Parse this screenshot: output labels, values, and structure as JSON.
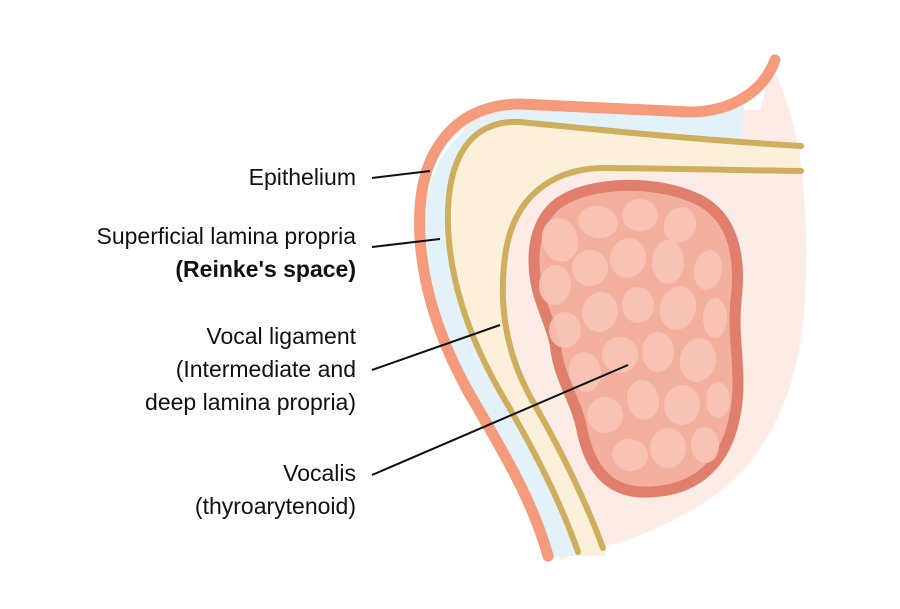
{
  "labels": {
    "epithelium": "Epithelium",
    "superficial_line1": "Superficial lamina propria",
    "superficial_line2": "(Reinke's space)",
    "ligament_line1": "Vocal ligament",
    "ligament_line2": "(Intermediate and",
    "ligament_line3": "deep lamina propria)",
    "vocalis_line1": "Vocalis",
    "vocalis_line2": "(thyroarytenoid)"
  },
  "colors": {
    "outer_tissue": "#FDEBE6",
    "epithelium": "#F59A7A",
    "superficial_layer": "#E3F2F8",
    "ligament_fill": "#FCF0DA",
    "ligament_line": "#CFAE5D",
    "muscle_fill": "#F3B09F",
    "muscle_border": "#E07F6B",
    "muscle_fiber": "#F8C6B7",
    "leader_line": "#111111",
    "text": "#111111"
  }
}
